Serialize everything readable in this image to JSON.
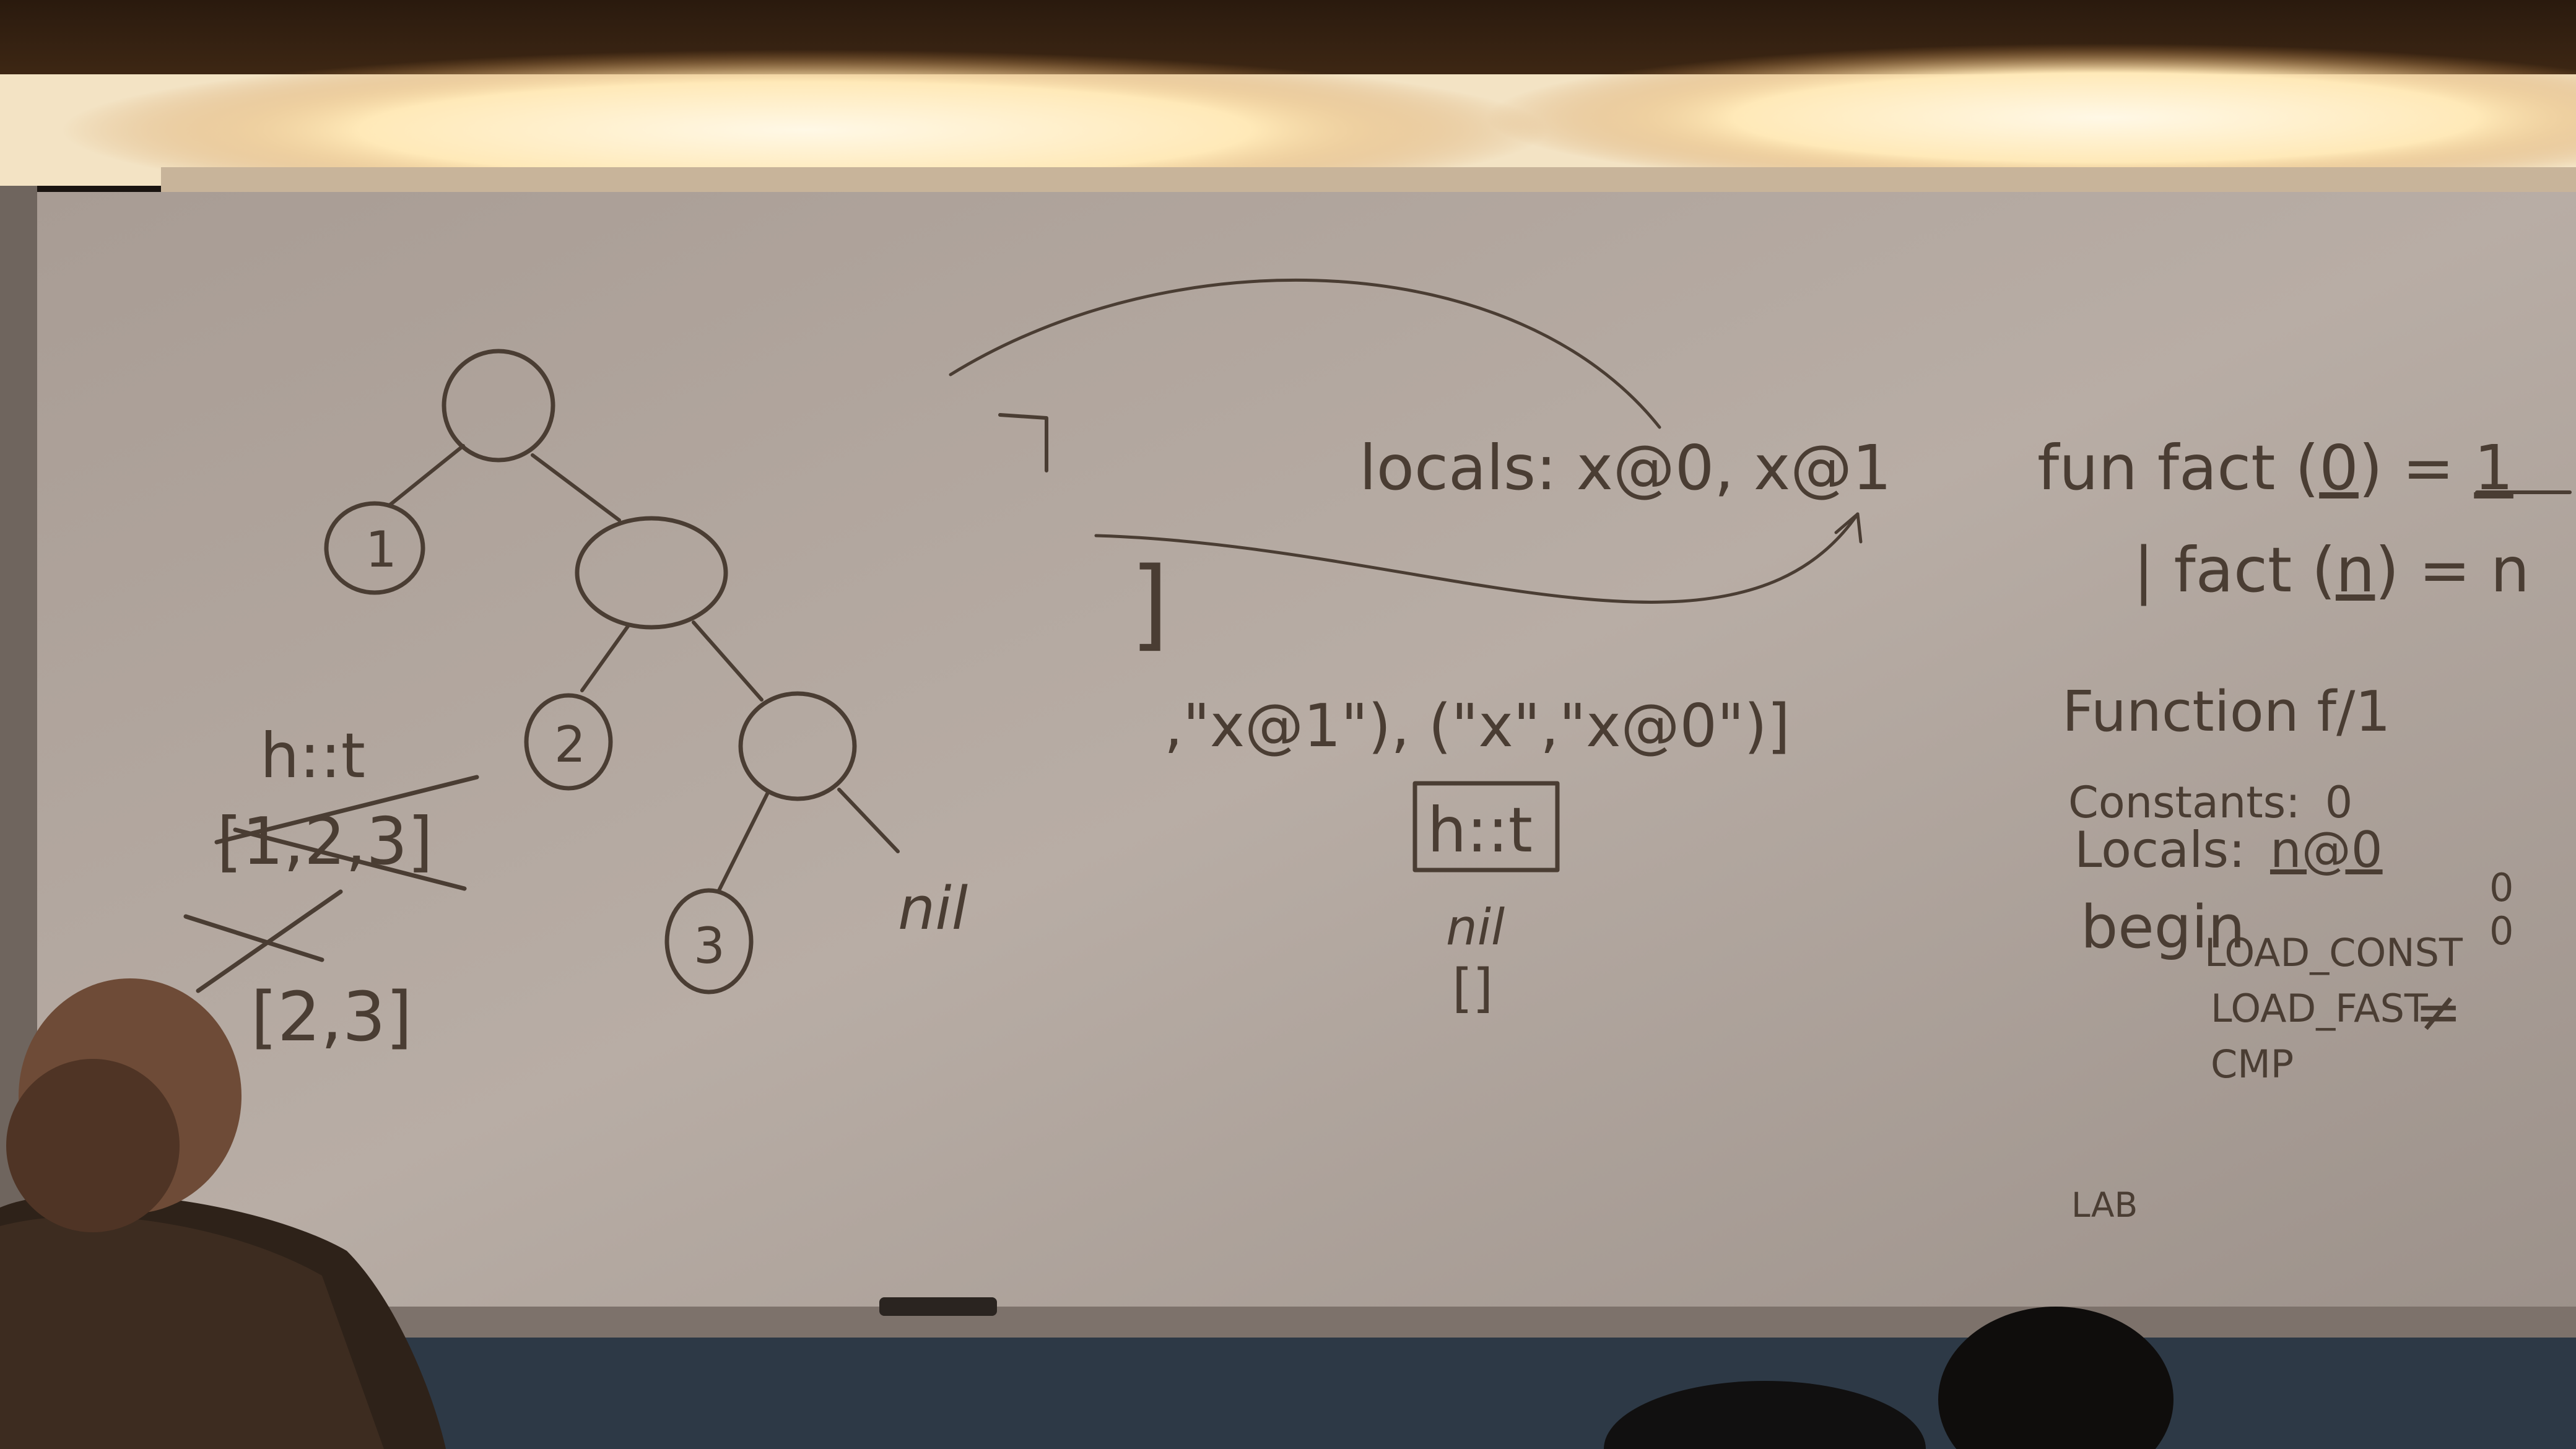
{
  "tree": {
    "nodes": [
      "1",
      "2",
      "3"
    ],
    "leaf_label": "nil"
  },
  "list_notes": {
    "pattern": "h::t",
    "list_crossed": "[1,2,3]",
    "list_after": "[2,3]"
  },
  "middle": {
    "locals_line": "locals: x@0, x@1",
    "tuple_line": ",\"x@1\"), (\"x\",\"x@0\")]",
    "bracket_frag": "]",
    "box_label": "h::t",
    "nil_label": "nil",
    "empty_list": "[]"
  },
  "right": {
    "fun_line1_a": "fun  fact (",
    "fun_line1_arg": "0",
    "fun_line1_b": ") = ",
    "fun_line1_result": "1",
    "fun_line2_a": "| fact (",
    "fun_line2_arg": "n",
    "fun_line2_b": ") = n",
    "function_header": "Function f/1",
    "constants_label": "Constants:",
    "constants_value": "0",
    "locals_label": "Locals:",
    "locals_value": "n@0",
    "begin_label": "begin",
    "instructions": [
      {
        "op": "LOAD_CONST",
        "arg": "0"
      },
      {
        "op": "LOAD_FAST",
        "arg": "0"
      },
      {
        "op": "CMP",
        "arg": "≠"
      }
    ],
    "scribble": "LAB"
  },
  "colors": {
    "board": "#b7aca4",
    "board_dark": "#8e847d",
    "marker": "#4a3d33",
    "light": "#fff3d6",
    "wall": "#3b2614"
  }
}
